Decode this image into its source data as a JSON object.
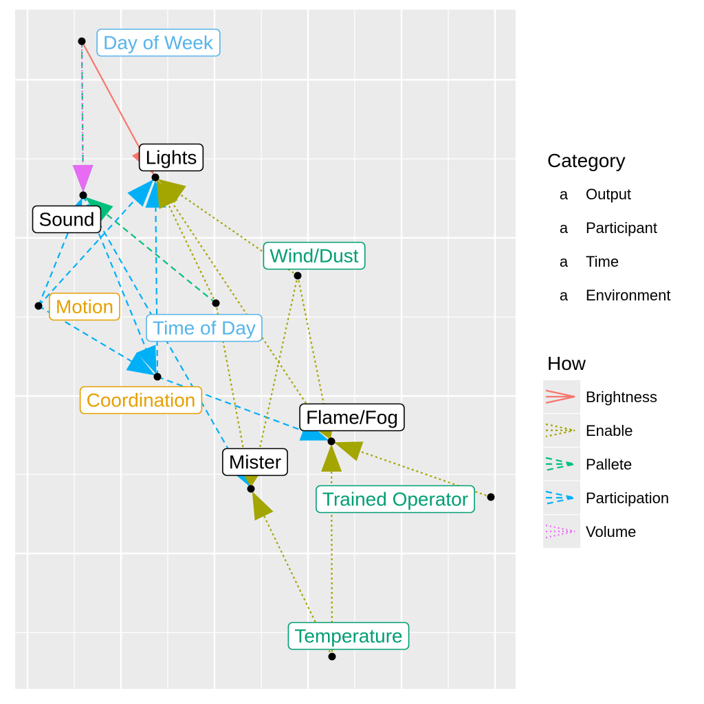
{
  "colors": {
    "panel_bg": "#EBEBEB",
    "grid": "#FFFFFF",
    "node_point": "#000000",
    "category": {
      "Output": "#000000",
      "Participant": "#E69F00",
      "Time": "#56B4E9",
      "Environment": "#009E73"
    },
    "how": {
      "Brightness": "#F8766D",
      "Enable": "#A3A500",
      "Pallete": "#00BF7D",
      "Participation": "#00B0F6",
      "Volume": "#E76BF3"
    }
  },
  "nodes": [
    {
      "id": "day_of_week",
      "label": "Day of Week",
      "category": "Time"
    },
    {
      "id": "lights",
      "label": "Lights",
      "category": "Output"
    },
    {
      "id": "sound",
      "label": "Sound",
      "category": "Output"
    },
    {
      "id": "wind_dust",
      "label": "Wind/Dust",
      "category": "Environment"
    },
    {
      "id": "motion",
      "label": "Motion",
      "category": "Participant"
    },
    {
      "id": "time_of_day",
      "label": "Time of Day",
      "category": "Time"
    },
    {
      "id": "coordination",
      "label": "Coordination",
      "category": "Participant"
    },
    {
      "id": "flame_fog",
      "label": "Flame/Fog",
      "category": "Output"
    },
    {
      "id": "mister",
      "label": "Mister",
      "category": "Output"
    },
    {
      "id": "trained_operator",
      "label": "Trained Operator",
      "category": "Environment"
    },
    {
      "id": "temperature",
      "label": "Temperature",
      "category": "Environment"
    }
  ],
  "edges": [
    {
      "from": "day_of_week",
      "to": "lights",
      "how": "Brightness"
    },
    {
      "from": "day_of_week",
      "to": "sound",
      "how": "Pallete"
    },
    {
      "from": "day_of_week",
      "to": "sound",
      "how": "Volume"
    },
    {
      "from": "time_of_day",
      "to": "sound",
      "how": "Pallete"
    },
    {
      "from": "motion",
      "to": "sound",
      "how": "Participation"
    },
    {
      "from": "motion",
      "to": "lights",
      "how": "Participation"
    },
    {
      "from": "motion",
      "to": "coordination",
      "how": "Participation"
    },
    {
      "from": "coordination",
      "to": "lights",
      "how": "Participation"
    },
    {
      "from": "sound",
      "to": "coordination",
      "how": "Participation"
    },
    {
      "from": "sound",
      "to": "mister",
      "how": "Participation"
    },
    {
      "from": "coordination",
      "to": "flame_fog",
      "how": "Participation"
    },
    {
      "from": "wind_dust",
      "to": "lights",
      "how": "Enable"
    },
    {
      "from": "time_of_day",
      "to": "lights",
      "how": "Enable"
    },
    {
      "from": "wind_dust",
      "to": "mister",
      "how": "Enable"
    },
    {
      "from": "wind_dust",
      "to": "flame_fog",
      "how": "Enable"
    },
    {
      "from": "lights",
      "to": "flame_fog",
      "how": "Enable"
    },
    {
      "from": "time_of_day",
      "to": "mister",
      "how": "Enable"
    },
    {
      "from": "trained_operator",
      "to": "flame_fog",
      "how": "Enable"
    },
    {
      "from": "temperature",
      "to": "flame_fog",
      "how": "Enable"
    },
    {
      "from": "temperature",
      "to": "mister",
      "how": "Enable"
    }
  ],
  "legend": {
    "category": {
      "title": "Category",
      "key_glyph": "a",
      "items": [
        "Output",
        "Participant",
        "Time",
        "Environment"
      ]
    },
    "how": {
      "title": "How",
      "items": [
        "Brightness",
        "Enable",
        "Pallete",
        "Participation",
        "Volume"
      ]
    }
  }
}
